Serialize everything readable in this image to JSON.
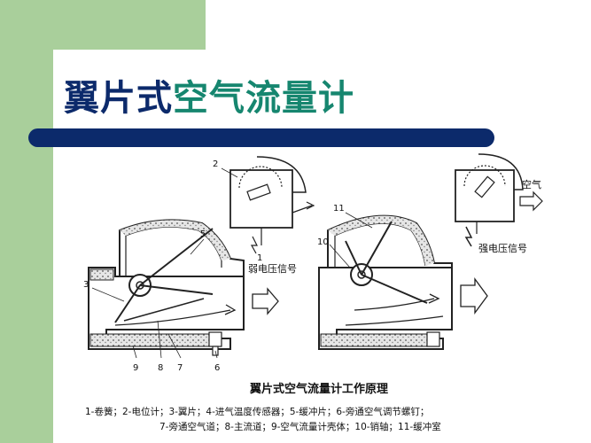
{
  "title": {
    "part1": "翼片式",
    "part2": "空气流量计"
  },
  "colors": {
    "band": "#a9cf9b",
    "bar": "#0c2a6b",
    "title_main": "#0c2a6b",
    "title_accent": "#16866f"
  },
  "figure": {
    "caption": "翼片式空气流量计工作原理",
    "weak_signal": "弱电压信号",
    "strong_signal": "强电压信号",
    "air_label": "空气",
    "part_numbers": [
      "2",
      "5",
      "3",
      "1",
      "9",
      "8",
      "7",
      "6",
      "11",
      "10"
    ],
    "legend_line1": "1-卷簧；2-电位计；3-翼片；4-进气温度传感器；5-缓冲片；6-旁通空气调节螺钉；",
    "legend_line2": "7-旁通空气道；8-主流道；9-空气流量计壳体；10-销轴；11-缓冲室"
  }
}
